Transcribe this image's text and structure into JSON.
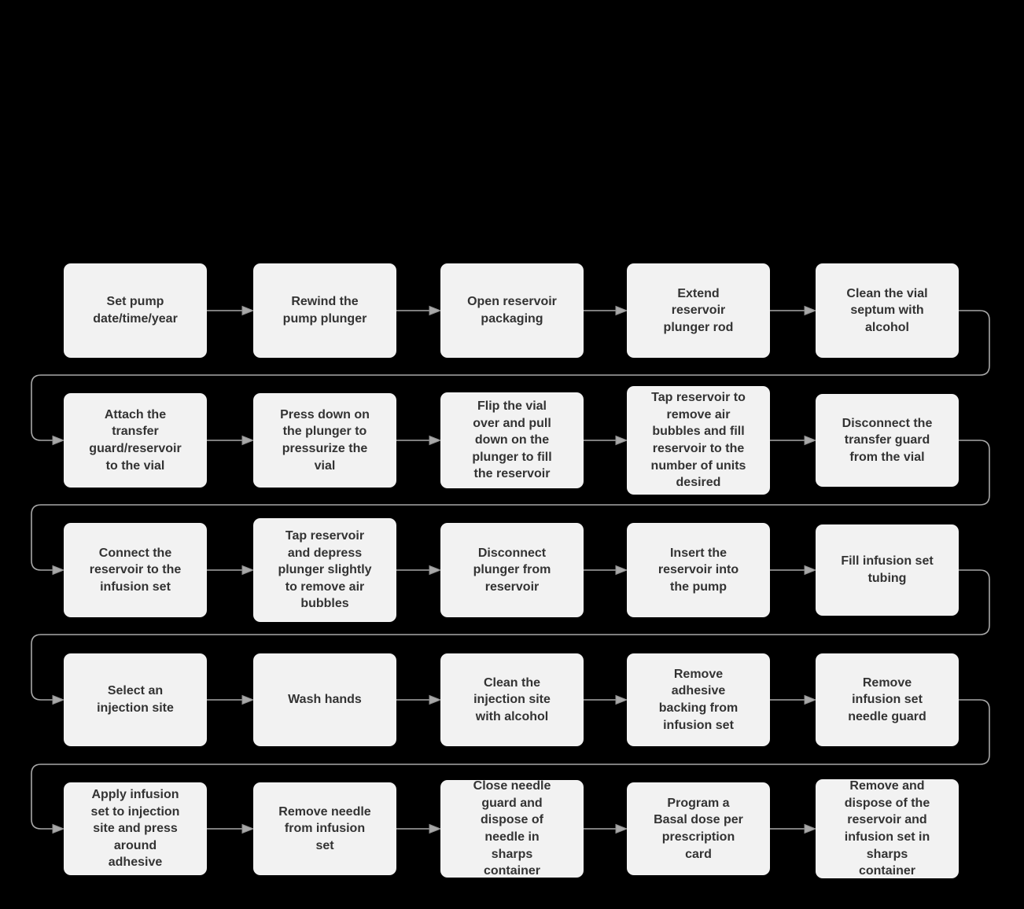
{
  "colors": {
    "background": "#000000",
    "node_fill": "#f2f2f2",
    "node_text": "#333333",
    "connector": "#a8a8a8"
  },
  "flowchart": {
    "type": "flowchart",
    "rows": [
      {
        "steps": [
          "Set pump date/time/year",
          "Rewind the pump plunger",
          "Open reservoir packaging",
          "Extend reservoir plunger rod",
          "Clean the vial septum with alcohol"
        ]
      },
      {
        "steps": [
          "Attach the transfer guard/reservoir to the vial",
          "Press down on the plunger to pressurize the vial",
          "Flip the vial over and pull down on the plunger to fill the reservoir",
          "Tap reservoir to remove air bubbles and fill reservoir to the number of units desired",
          "Disconnect the transfer guard from the vial"
        ]
      },
      {
        "steps": [
          "Connect the reservoir to the infusion set",
          "Tap reservoir and depress plunger slightly to remove air bubbles",
          "Disconnect plunger from reservoir",
          "Insert the reservoir into the pump",
          "Fill infusion set tubing"
        ]
      },
      {
        "steps": [
          "Select an injection site",
          "Wash hands",
          "Clean the injection site with alcohol",
          "Remove adhesive backing from infusion set",
          "Remove infusion set needle guard"
        ]
      },
      {
        "steps": [
          "Apply infusion set to injection site and press around adhesive",
          "Remove needle from infusion set",
          "Close needle guard and dispose of needle in sharps container",
          "Program a Basal dose per prescription card",
          "Remove and dispose of the reservoir and infusion set in sharps container"
        ]
      }
    ]
  }
}
